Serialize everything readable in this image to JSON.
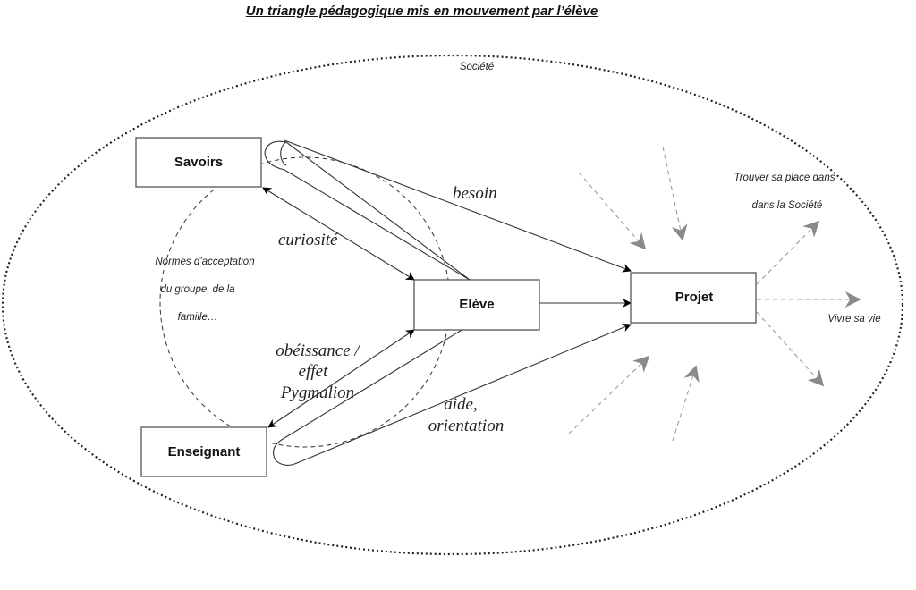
{
  "title": "Un triangle pédagogique mis en mouvement par l’élève",
  "society_label": "Société",
  "nodes": {
    "savoirs": "Savoirs",
    "enseignant": "Enseignant",
    "eleve": "Elève",
    "projet": "Projet"
  },
  "relations": {
    "curiosite": "curiosité",
    "besoin": "besoin",
    "obeissance": [
      "obéissance /",
      "effet",
      "Pygmalion"
    ],
    "aide": [
      "aide,",
      "orientation"
    ]
  },
  "group_norms": [
    "Normes d’acceptation",
    "du groupe, de la",
    "famille…"
  ],
  "outcomes": {
    "place": [
      "Trouver sa place dans",
      "dans la Société"
    ],
    "vivre": "Vivre sa vie"
  },
  "colors": {
    "stroke": "#333333",
    "influence_arrows": "#8a8a8a",
    "box_border": "#555555"
  }
}
